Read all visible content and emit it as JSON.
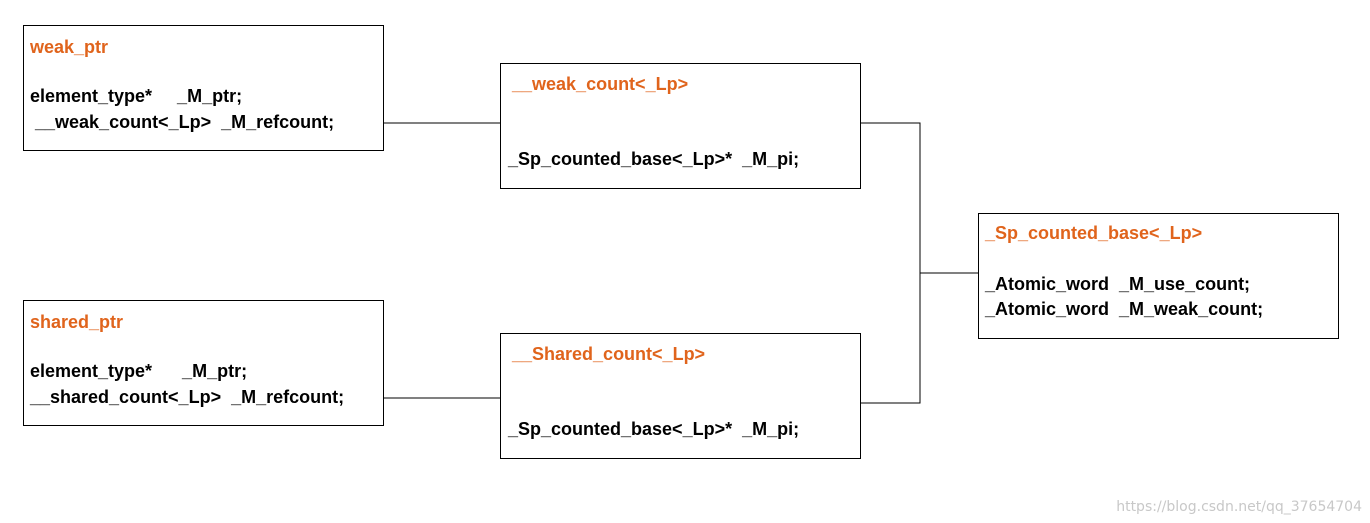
{
  "weak_ptr": {
    "title": "weak_ptr",
    "lines": [
      "element_type*     _M_ptr;",
      " __weak_count<_Lp>  _M_refcount;"
    ]
  },
  "shared_ptr": {
    "title": "shared_ptr",
    "lines": [
      "element_type*      _M_ptr;",
      "__shared_count<_Lp>  _M_refcount;"
    ]
  },
  "weak_count": {
    "title": "__weak_count<_Lp>",
    "lines": [
      "_Sp_counted_base<_Lp>*  _M_pi;"
    ]
  },
  "shared_count": {
    "title": "__Shared_count<_Lp>",
    "lines": [
      "_Sp_counted_base<_Lp>*  _M_pi;"
    ]
  },
  "sp_counted_base": {
    "title": "_Sp_counted_base<_Lp>",
    "lines": [
      "_Atomic_word  _M_use_count;",
      "_Atomic_word  _M_weak_count;"
    ]
  },
  "colors": {
    "title": "#e0641c",
    "text": "#000000",
    "border": "#000000"
  },
  "watermark": "https://blog.csdn.net/qq_37654704"
}
